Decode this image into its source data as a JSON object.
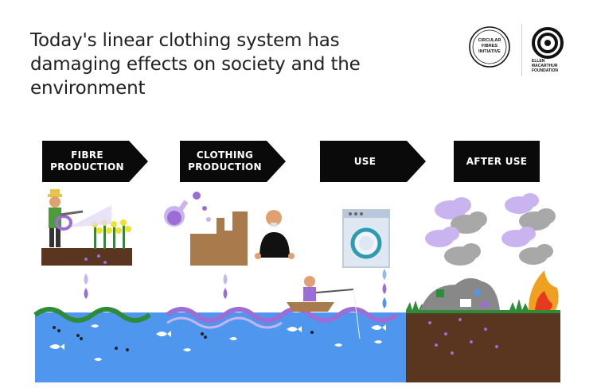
{
  "title": "Today's linear clothing system has damaging effects on society and the environment",
  "logos": {
    "left": "CIRCULAR FIBRES INITIATIVE",
    "right": "ELLEN MACARTHUR FOUNDATION"
  },
  "stages": [
    {
      "label": "FIBRE PRODUCTION"
    },
    {
      "label": "CLOTHING PRODUCTION"
    },
    {
      "label": "USE"
    },
    {
      "label": "AFTER USE"
    }
  ],
  "colors": {
    "stage_bg": "#0a0a0a",
    "water": "#4f97ee",
    "soil": "#5a3520",
    "purple": "#9b6ed6",
    "wave_green": "#2e8b3a",
    "cloud_purple": "#c9b4ef",
    "cloud_grey": "#a8a8a8",
    "factory": "#a87a4c"
  },
  "icons": [
    "farmer-icon",
    "crop-icon",
    "flask-icon",
    "factory-icon",
    "worker-icon",
    "washing-machine-icon",
    "fisherman-icon",
    "cloud-icon",
    "landfill-icon",
    "fire-icon",
    "fish-icon",
    "droplet-icon"
  ]
}
